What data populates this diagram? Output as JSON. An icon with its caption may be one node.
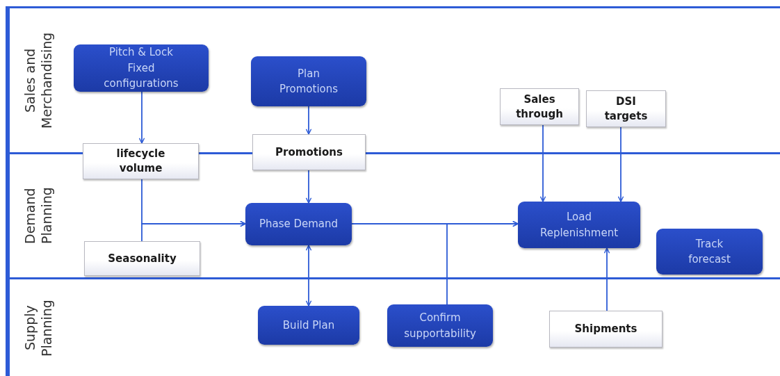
{
  "diagram": {
    "nodes": [
      {
        "text": [
          "Sales and Merchandising"
        ]
      },
      {
        "text": [
          "Demand Planning"
        ]
      },
      {
        "text": [
          "Supply Planning"
        ]
      },
      {
        "text": [
          "Pitch & Lock Fixed configurations"
        ],
        "in": 0
      },
      {
        "text": [
          "Plan Promotions"
        ],
        "in": 0
      },
      {
        "text": [
          "Sales through"
        ],
        "in": 0
      },
      {
        "text": [
          "DSI targets"
        ],
        "in": 0
      },
      {
        "text": [
          "lifecycle volume"
        ]
      },
      {
        "text": [
          "Promotions"
        ]
      },
      {
        "text": [
          "Phase Demand"
        ],
        "in": 1
      },
      {
        "text": [
          "Load Replenishment"
        ],
        "in": 1
      },
      {
        "text": [
          "Seasonality"
        ],
        "in": 1
      },
      {
        "text": [
          "Track forecast"
        ],
        "in": 1
      },
      {
        "text": [
          "Build Plan"
        ],
        "in": 2
      },
      {
        "text": [
          "Confirm supportability"
        ],
        "in": 2
      },
      {
        "text": [
          "Shipments"
        ],
        "in": 2
      }
    ],
    "edges": [
      {
        "from": 3,
        "to": 7,
        "arrow": "to"
      },
      {
        "from": 4,
        "to": 8,
        "arrow": "to"
      },
      {
        "from": 8,
        "to": 9,
        "arrow": "to"
      },
      {
        "from": 7,
        "to": 9,
        "arrow": "to"
      },
      {
        "from": 11,
        "to": 9,
        "arrow": "to"
      },
      {
        "from": 9,
        "to": 13,
        "arrow": "both"
      },
      {
        "from": 9,
        "to": 10,
        "arrow": "to"
      },
      {
        "from": 14,
        "to": 10,
        "arrow": "to"
      },
      {
        "from": 5,
        "to": 10,
        "arrow": "to"
      },
      {
        "from": 6,
        "to": 10,
        "arrow": "to"
      },
      {
        "from": 15,
        "to": 10,
        "arrow": "to"
      }
    ]
  }
}
